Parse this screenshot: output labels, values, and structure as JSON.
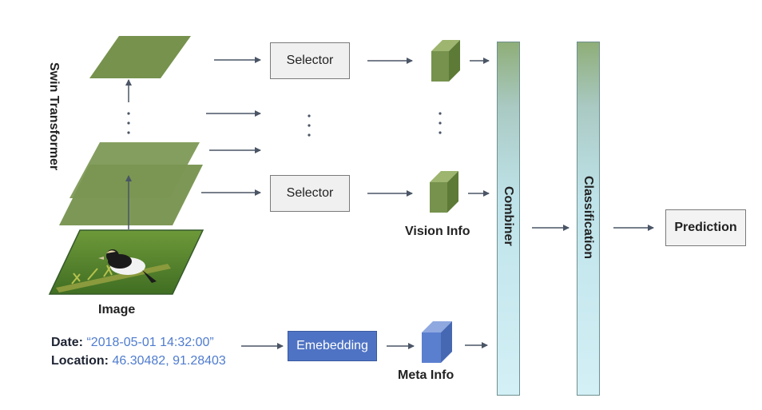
{
  "backbone_label": "Swin Transformer",
  "selector_label": "Selector",
  "vision_label": "Vision Info",
  "meta_label": "Meta Info",
  "image_label": "Image",
  "embedding_label": "Emebedding",
  "combiner_label": "Combiner",
  "classification_label": "Classification",
  "prediction_label": "Prediction",
  "metadata": {
    "date_key": "Date:",
    "date_value": "“2018-05-01 14:32:00”",
    "location_key": "Location:",
    "location_value": "46.30482, 91.28403"
  },
  "colors": {
    "layer_green": "#76924d",
    "cube_green": "#6f8f44",
    "cube_blue": "#5b7fcf",
    "embed_blue": "#4f73c4",
    "arrow": "#4a5566"
  }
}
